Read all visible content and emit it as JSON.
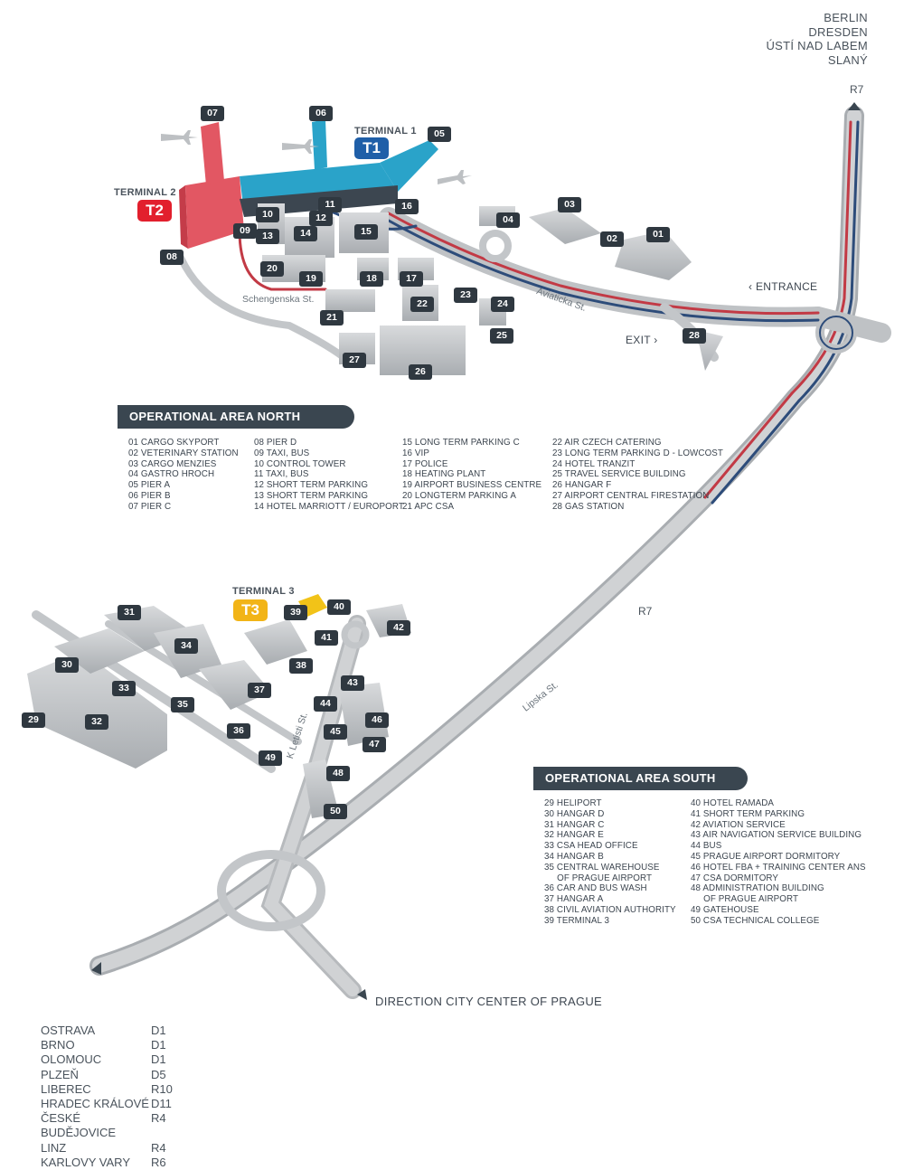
{
  "top_destinations": [
    "BERLIN",
    "DRESDEN",
    "ÚSTÍ NAD LABEM",
    "SLANÝ"
  ],
  "route_labels": {
    "r7_top": "R7",
    "r7_mid": "R7"
  },
  "terminals": {
    "t1": {
      "label": "TERMINAL 1",
      "badge": "T1",
      "color": "#1f5fa8"
    },
    "t2": {
      "label": "TERMINAL 2",
      "badge": "T2",
      "color": "#e21f2d"
    },
    "t3": {
      "label": "TERMINAL 3",
      "badge": "T3",
      "color": "#f2b417"
    }
  },
  "map_text": {
    "entrance": "ENTRANCE",
    "exit": "EXIT",
    "direction": "DIRECTION CITY CENTER OF PRAGUE"
  },
  "streets": {
    "schengenska": "Schengenska St.",
    "aviaticka": "Aviaticka St.",
    "lipska": "Lipska St.",
    "k_letisti": "K Letisti St."
  },
  "colors": {
    "road_red": "#c23a45",
    "road_blue": "#2d4c7a",
    "pier_blue": "#2aa3c9",
    "terminal2_red": "#e25763",
    "terminal3_yellow": "#f2c318",
    "label_dark": "#2f3840"
  },
  "north_section": {
    "title": "OPERATIONAL AREA NORTH",
    "col1": [
      "01 CARGO SKYPORT",
      "02 VETERINARY STATION",
      "03 CARGO MENZIES",
      "04 GASTRO HROCH",
      "05 PIER A",
      "06 PIER B",
      "07 PIER C"
    ],
    "col2": [
      "08 PIER D",
      "09 TAXI, BUS",
      "10 CONTROL TOWER",
      "11 TAXI, BUS",
      "12 SHORT TERM PARKING",
      "13 SHORT TERM PARKING",
      "14 HOTEL MARRIOTT / EUROPORT"
    ],
    "col3": [
      "15 LONG TERM PARKING C",
      "16 VIP",
      "17 POLICE",
      "18 HEATING PLANT",
      "19 AIRPORT BUSINESS CENTRE",
      "20 LONGTERM PARKING A",
      "21 APC CSA"
    ],
    "col4": [
      "22 AIR CZECH CATERING",
      "23 LONG TERM PARKING D - LOWCOST",
      "24 HOTEL TRANZIT",
      "25 TRAVEL SERVICE BUILDING",
      "26 HANGAR F",
      "27 AIRPORT CENTRAL FIRESTATION",
      "28 GAS STATION"
    ]
  },
  "south_section": {
    "title": "OPERATIONAL AREA SOUTH",
    "col1": [
      "29 HELIPORT",
      "30 HANGAR D",
      "31 HANGAR C",
      "32 HANGAR E",
      "33 CSA HEAD OFFICE",
      "34 HANGAR B",
      "35 CENTRAL WAREHOUSE",
      "     OF PRAGUE AIRPORT",
      "36 CAR AND BUS WASH",
      "37 HANGAR A",
      "38 CIVIL AVIATION AUTHORITY",
      "39 TERMINAL 3"
    ],
    "col2": [
      "40 HOTEL RAMADA",
      "41 SHORT TERM PARKING",
      "42 AVIATION SERVICE",
      "43 AIR NAVIGATION SERVICE BUILDING",
      "44 BUS",
      "45 PRAGUE AIRPORT DORMITORY",
      "46 HOTEL FBA + TRAINING CENTER ANS",
      "47 CSA DORMITORY",
      "48 ADMINISTRATION BUILDING",
      "     OF PRAGUE AIRPORT",
      "49 GATEHOUSE",
      "50 CSA TECHNICAL COLLEGE"
    ]
  },
  "bottom_destinations": [
    {
      "city": "OSTRAVA",
      "road": "D1"
    },
    {
      "city": "BRNO",
      "road": "D1"
    },
    {
      "city": "OLOMOUC",
      "road": "D1"
    },
    {
      "city": "PLZEŇ",
      "road": "D5"
    },
    {
      "city": "LIBEREC",
      "road": "R10"
    },
    {
      "city": "HRADEC KRÁLOVÉ",
      "road": "D11"
    },
    {
      "city": "ČESKÉ BUDĚJOVICE",
      "road": "R4"
    },
    {
      "city": "LINZ",
      "road": "R4"
    },
    {
      "city": "KARLOVY VARY",
      "road": "R6"
    }
  ],
  "markers": [
    "01",
    "02",
    "03",
    "04",
    "05",
    "06",
    "07",
    "08",
    "09",
    "10",
    "11",
    "12",
    "13",
    "14",
    "15",
    "16",
    "17",
    "18",
    "19",
    "20",
    "21",
    "22",
    "23",
    "24",
    "25",
    "26",
    "27",
    "28",
    "29",
    "30",
    "31",
    "32",
    "33",
    "34",
    "35",
    "36",
    "37",
    "38",
    "39",
    "40",
    "41",
    "42",
    "43",
    "44",
    "45",
    "46",
    "47",
    "48",
    "49",
    "50"
  ]
}
